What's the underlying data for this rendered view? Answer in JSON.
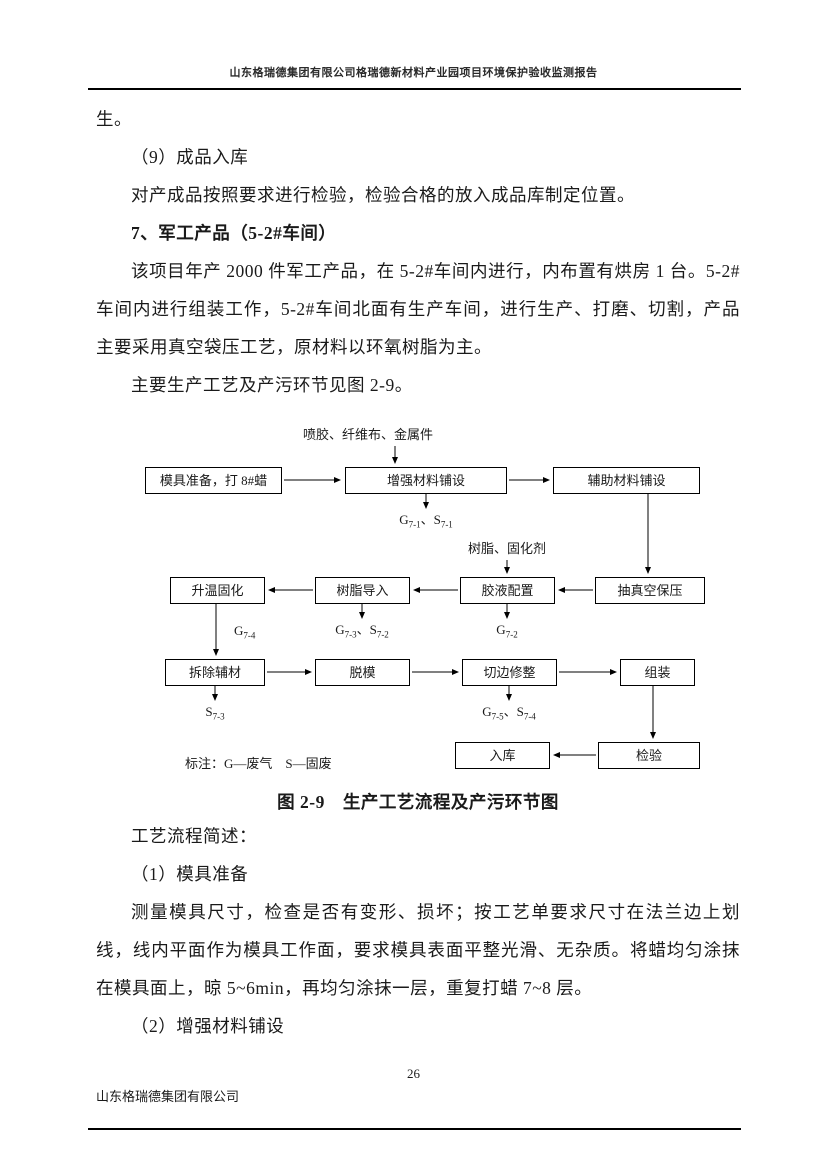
{
  "header": {
    "title": "山东格瑞德集团有限公司格瑞德新材料产业园项目环境保护验收监测报告"
  },
  "body": {
    "para_continuation": "生。",
    "item9_heading": "（9）成品入库",
    "item9_text": "对产成品按照要求进行检验，检验合格的放入成品库制定位置。",
    "section7_heading": "7、军工产品（5-2#车间）",
    "section7_para": "该项目年产 2000 件军工产品，在 5-2#车间内进行，内布置有烘房 1 台。5-2#车间内进行组装工作，5-2#车间北面有生产车间，进行生产、打磨、切割，产品主要采用真空袋压工艺，原材料以环氧树脂为主。",
    "figure_intro": "主要生产工艺及产污环节见图 2-9。",
    "figure_caption": "图 2-9　生产工艺流程及产污环节图",
    "process_intro": "工艺流程简述：",
    "step1_heading": "（1）模具准备",
    "step1_text": "测量模具尺寸，检查是否有变形、损坏；按工艺单要求尺寸在法兰边上划线，线内平面作为模具工作面，要求模具表面平整光滑、无杂质。将蜡均匀涂抹在模具面上，晾 5~6min，再均匀涂抹一层，重复打蜡 7~8 层。",
    "step2_heading": "（2）增强材料铺设"
  },
  "flowchart": {
    "input_top": "喷胶、纤维布、金属件",
    "input_resin": "树脂、固化剂",
    "boxes": {
      "mold_prep": "模具准备，打 8#蜡",
      "reinforce": "增强材料铺设",
      "auxiliary": "辅助材料铺设",
      "cure": "升温固化",
      "resin_infusion": "树脂导入",
      "glue": "胶液配置",
      "vacuum": "抽真空保压",
      "remove": "拆除辅材",
      "demold": "脱模",
      "trim": "切边修整",
      "assemble": "组装",
      "storage": "入库",
      "inspect": "检验"
    },
    "waste": {
      "w1": {
        "parts": [
          "G",
          "7-1",
          "、S",
          "7-1"
        ]
      },
      "w2": {
        "parts": [
          "G",
          "7-2"
        ]
      },
      "w3": {
        "parts": [
          "G",
          "7-3",
          "、S",
          "7-2"
        ]
      },
      "w4": {
        "parts": [
          "G",
          "7-4"
        ]
      },
      "w5": {
        "parts": [
          "S",
          "7-3"
        ]
      },
      "w6": {
        "parts": [
          "G",
          "7-5",
          "、S",
          "7-4"
        ]
      }
    },
    "legend": "标注：G—废气　S—固废"
  },
  "footer": {
    "page_number": "26",
    "company": "山东格瑞德集团有限公司"
  }
}
